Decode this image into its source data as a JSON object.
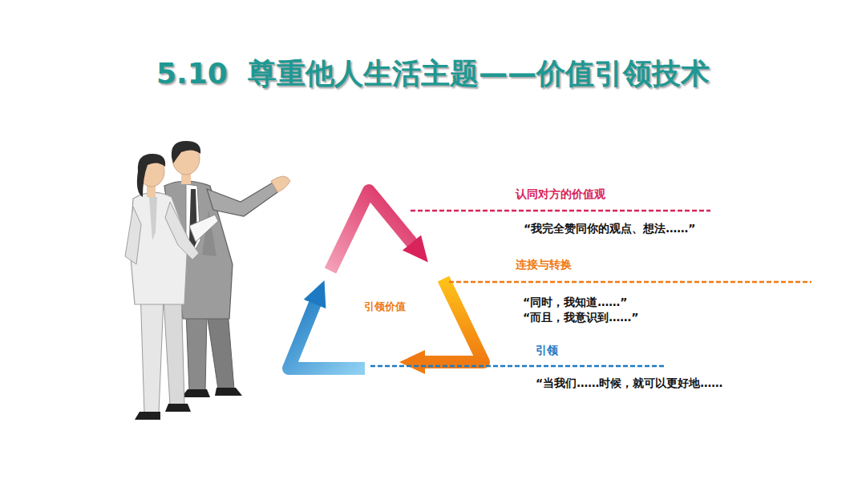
{
  "diagram": {
    "title": "5.10  尊重他人生活主题——价值引领技术",
    "labels": [
      "引领价值",
      "认同对方的价值观",
      "“我完全赞同你的观点、想法……”",
      "连接与转换",
      "“同时，我知道……”",
      "“而且，我意识到……”",
      "引领",
      "“当我们……时候，就可以更好地……"
    ]
  }
}
